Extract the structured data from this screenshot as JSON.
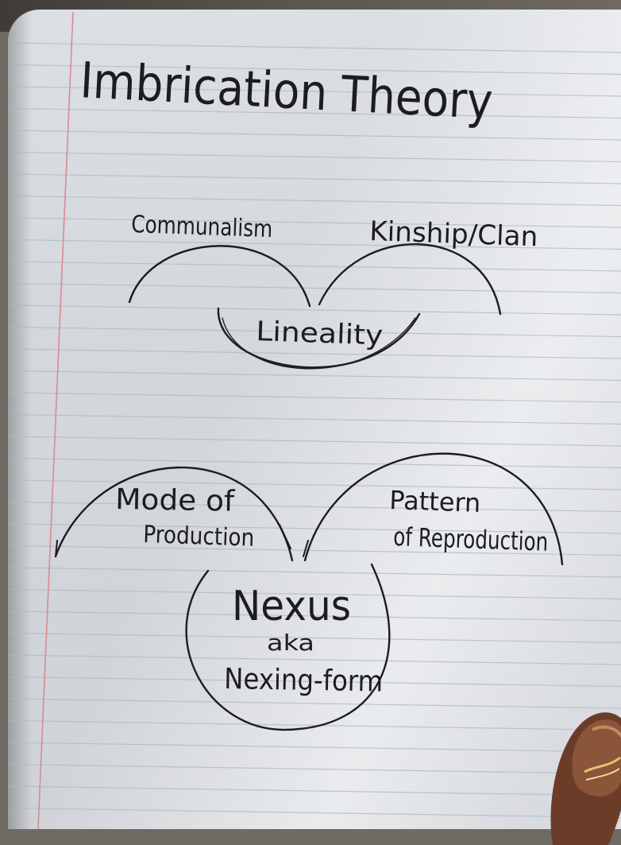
{
  "title": "Imbrication Theory",
  "top_diagram": {
    "left_label": "Communalism",
    "right_label": "Kinship/Clan",
    "center_label": "Lineality"
  },
  "bottom_diagram": {
    "left_label_line1": "Mode of",
    "left_label_line2": "Production",
    "right_label_line1": "Pattern",
    "right_label_line2": "of Reproduction",
    "center_line1": "Nexus",
    "center_line2": "aka",
    "center_line3": "Nexing-form"
  },
  "colors": {
    "ink": "#1c1c22",
    "paper": "#d8dbe0",
    "rule_line": "#9fb2c8",
    "margin_line": "#d98a92",
    "nail": "#7a4a33"
  }
}
